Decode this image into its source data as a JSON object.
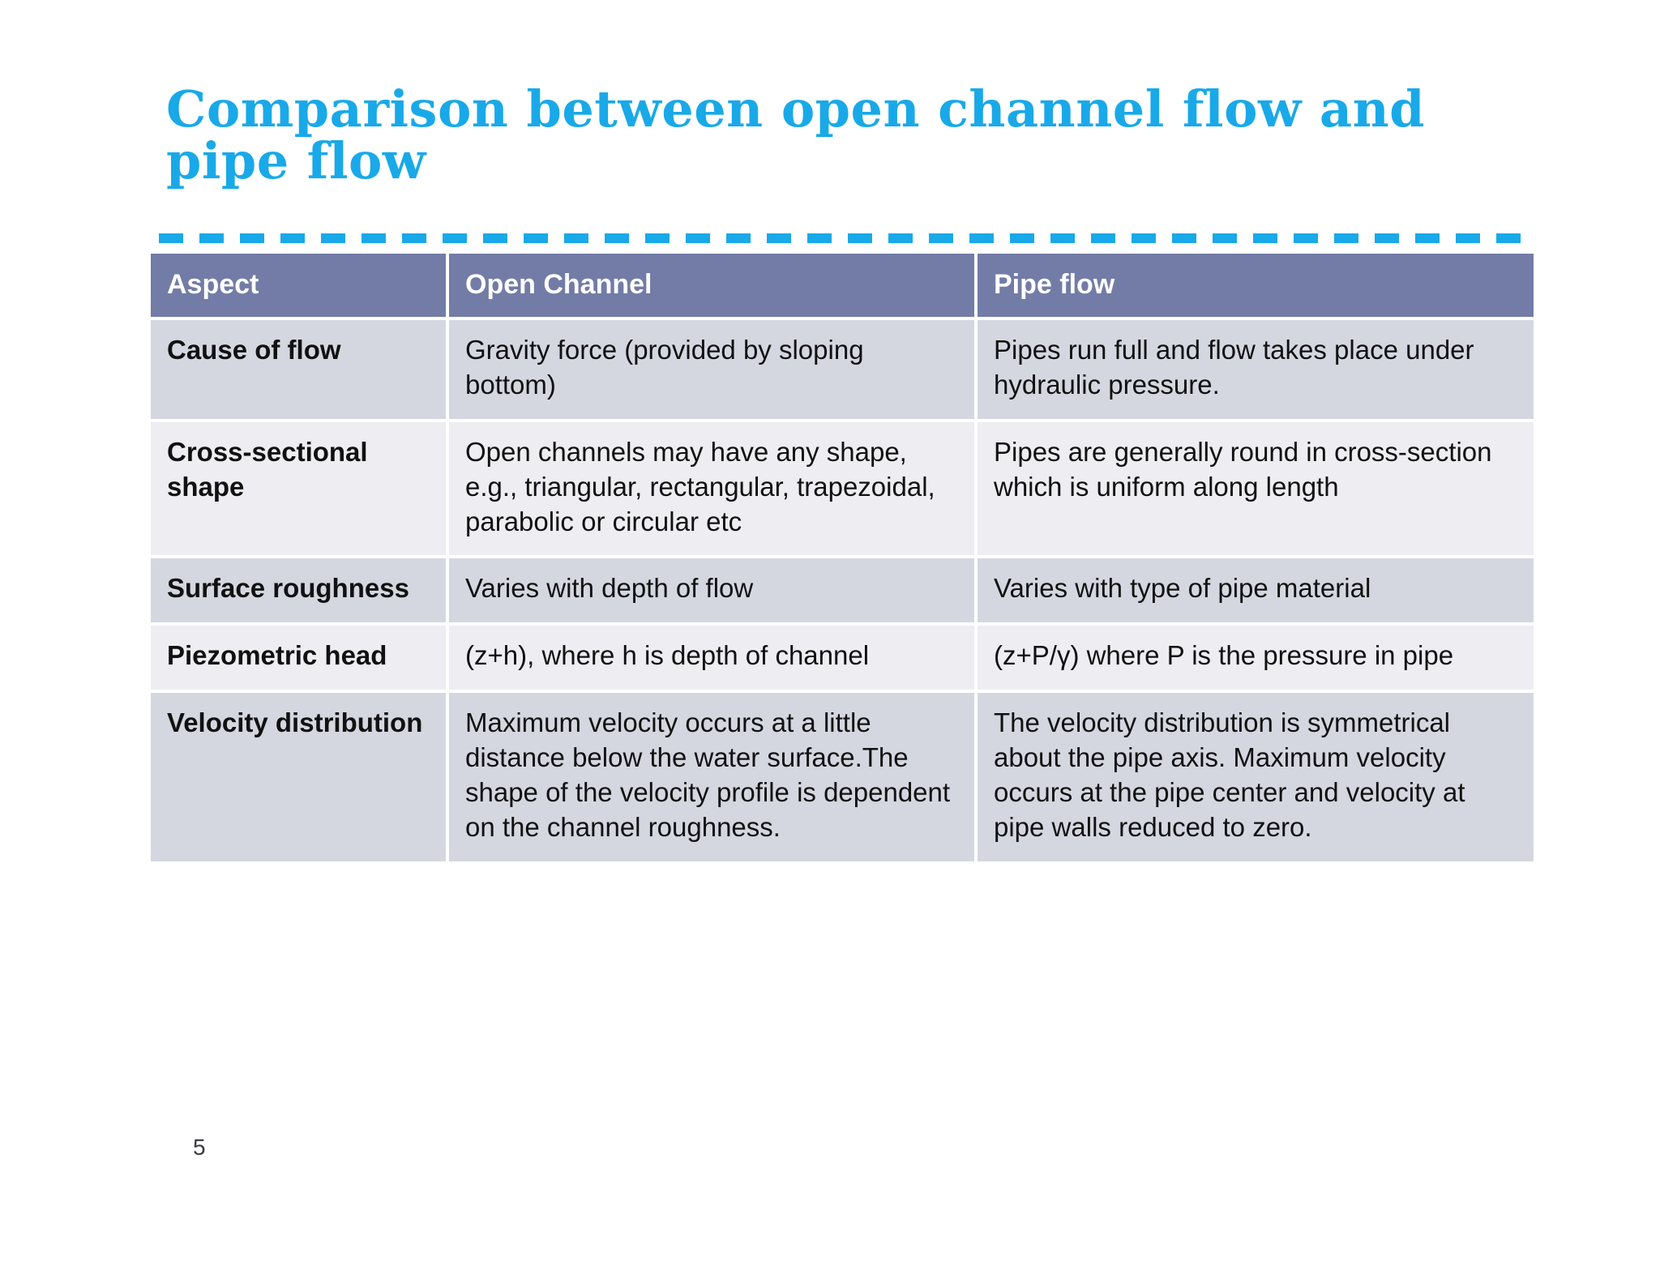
{
  "slide": {
    "title": "Comparison between open channel flow and pipe flow",
    "page_number": "5",
    "accent_color": "#19A9E8",
    "header_color": "#737CA6",
    "row_band_dark": "#D5D7E0",
    "row_band_light": "#EDEDF2"
  },
  "table": {
    "headers": {
      "aspect": "Aspect",
      "open_channel": "Open Channel",
      "pipe_flow": "Pipe flow"
    },
    "rows": [
      {
        "aspect": "Cause of flow",
        "open_channel": "Gravity force (provided by sloping bottom)",
        "pipe_flow": "Pipes run full and flow takes place under hydraulic pressure."
      },
      {
        "aspect": "Cross-sectional shape",
        "open_channel": "Open channels may have any shape,  e.g., triangular, rectangular, trapezoidal, parabolic or  circular etc",
        "pipe_flow": "Pipes are generally round in cross-section which is uniform along length"
      },
      {
        "aspect": "Surface roughness",
        "open_channel": "Varies with depth of flow",
        "pipe_flow": "Varies with type of pipe material"
      },
      {
        "aspect": "Piezometric head",
        "open_channel": "(z+h), where h is depth of channel",
        "pipe_flow": "(z+P/γ) where P is the pressure in pipe"
      },
      {
        "aspect": "Velocity distribution",
        "open_channel": "Maximum velocity occurs at a little distance below the water surface.The shape of the velocity profile is dependent on the channel roughness.",
        "pipe_flow": "The velocity distribution is symmetrical about the pipe axis. Maximum velocity occurs at the pipe center and velocity at pipe walls reduced to zero."
      }
    ]
  }
}
